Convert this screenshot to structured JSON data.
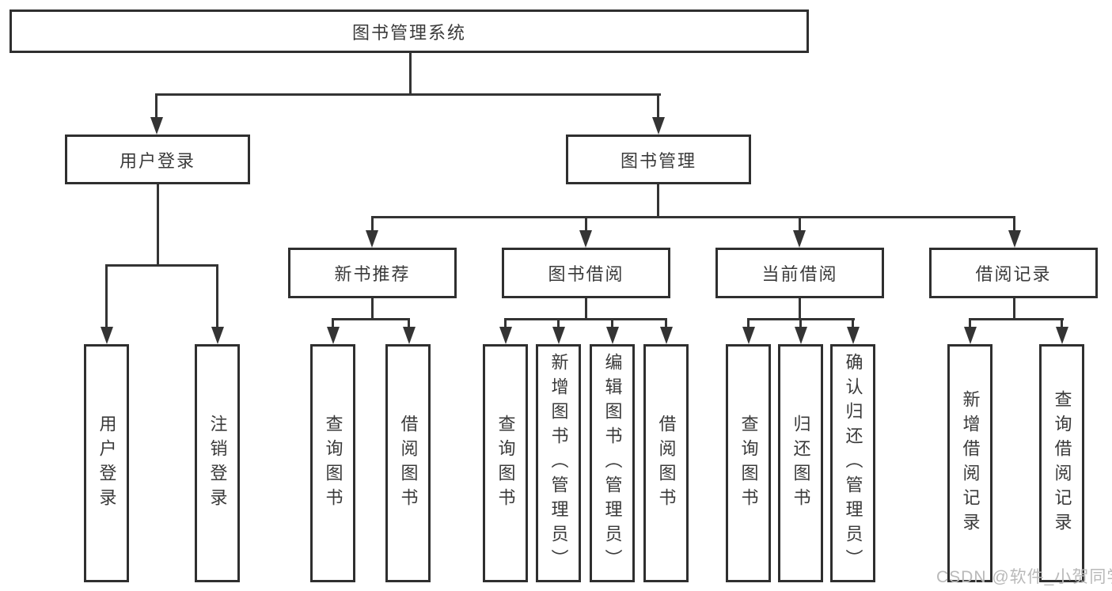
{
  "diagram_title": "图书管理系统",
  "tree": {
    "label": "图书管理系统",
    "children": [
      {
        "label": "用户登录",
        "children": [
          {
            "label": "用户登录"
          },
          {
            "label": "注销登录"
          }
        ]
      },
      {
        "label": "图书管理",
        "children": [
          {
            "label": "新书推荐",
            "children": [
              {
                "label": "查询图书"
              },
              {
                "label": "借阅图书"
              }
            ]
          },
          {
            "label": "图书借阅",
            "children": [
              {
                "label": "查询图书"
              },
              {
                "label": "新增图书（管理员）"
              },
              {
                "label": "编辑图书（管理员）"
              },
              {
                "label": "借阅图书"
              }
            ]
          },
          {
            "label": "当前借阅",
            "children": [
              {
                "label": "查询图书"
              },
              {
                "label": "归还图书"
              },
              {
                "label": "确认归还（管理员）"
              }
            ]
          },
          {
            "label": "借阅记录",
            "children": [
              {
                "label": "新增借阅记录"
              },
              {
                "label": "查询借阅记录"
              }
            ]
          }
        ]
      }
    ]
  },
  "watermark": "CSDN @软件_小贺同学",
  "colors": {
    "line": "#343434",
    "box_border": "#2f2f2f",
    "text": "#3a3a3a",
    "watermark": "#b9b9b9",
    "background": "#ffffff"
  }
}
